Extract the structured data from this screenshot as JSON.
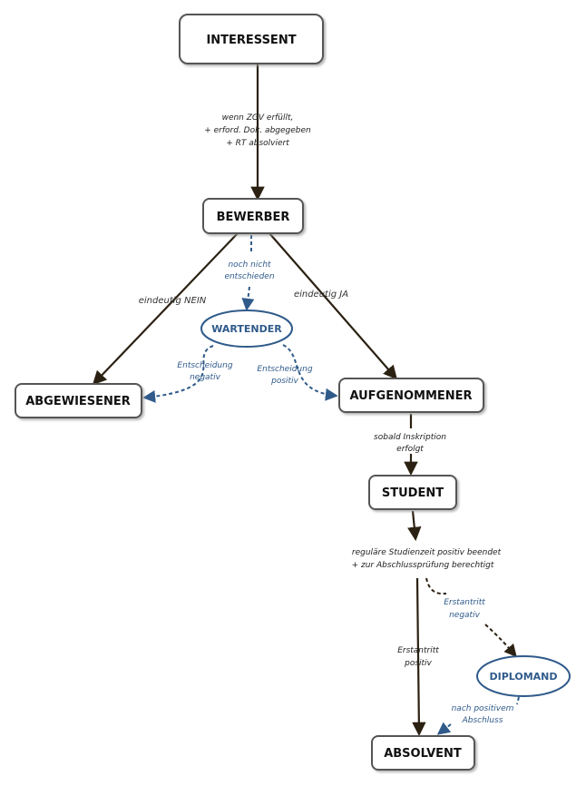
{
  "nodes": {
    "interessent": "INTERESSENT",
    "bewerber": "BEWERBER",
    "abgewiesener": "ABGEWIESENER",
    "aufgenommener": "AUFGENOMMENER",
    "student": "STUDENT",
    "absolvent": "ABSOLVENT",
    "wartender": "WARTENDER",
    "diplomand": "DIPLOMAND"
  },
  "edges": {
    "interessent_bewerber": [
      "wenn ZGV erfüllt,",
      "+ erford. Dok. abgegeben",
      "+ RT absolviert"
    ],
    "bewerber_abgewiesener": "eindeutig NEIN",
    "bewerber_aufgenommener": "eindeutig JA",
    "bewerber_wartender": [
      "noch nicht",
      "entschieden"
    ],
    "wartender_abgewiesener": [
      "Entscheidung",
      "negativ"
    ],
    "wartender_aufgenommener": [
      "Entscheidung",
      "positiv"
    ],
    "aufgenommener_student": [
      "sobald Inskription",
      "erfolgt"
    ],
    "student_absolvent": [
      "reguläre Studienzeit positiv beendet",
      "+ zur Abschlussprüfung berechtigt"
    ],
    "erstantritt_positiv": [
      "Erstantritt",
      "positiv"
    ],
    "erstantritt_negativ": [
      "Erstantritt",
      "negativ"
    ],
    "diplomand_absolvent": [
      "nach positivem",
      "Abschluss"
    ]
  },
  "colors": {
    "box_stroke": "#555555",
    "solid_arrow": "#2b2112",
    "blue": "#2f5a8a"
  }
}
